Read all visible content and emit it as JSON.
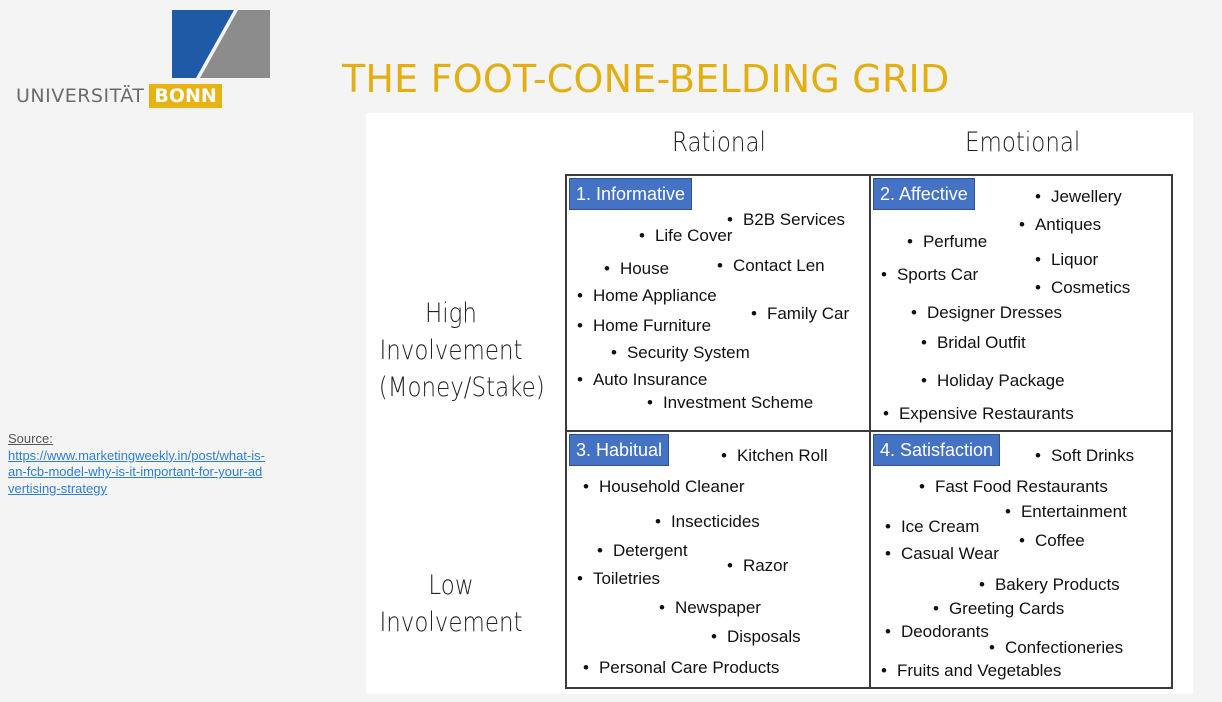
{
  "header": {
    "title": "THE FOOT-CONE-BELDING GRID",
    "logo_word": "UNIVERSITÄT",
    "logo_highlight": "BONN"
  },
  "source": {
    "label": "Source:",
    "link": "https://www.marketingweekly.in/post/what-is-an-fcb-model-why-is-it-important-for-your-advertising-strategy"
  },
  "grid": {
    "columns": [
      "Rational",
      "Emotional"
    ],
    "rows": [
      [
        "High",
        "Involvement",
        "(Money/Stake)"
      ],
      [
        "Low",
        "Involvement"
      ]
    ],
    "quadrants": [
      {
        "label": "1. Informative",
        "items": [
          "B2B Services",
          "Life Cover",
          "House",
          "Contact Len",
          "Home Appliance",
          "Family Car",
          "Home Furniture",
          "Security System",
          "Auto Insurance",
          "Investment Scheme"
        ]
      },
      {
        "label": "2. Affective",
        "items": [
          "Jewellery",
          "Antiques",
          "Perfume",
          "Liquor",
          "Sports Car",
          "Cosmetics",
          "Designer Dresses",
          "Bridal Outfit",
          "Holiday Package",
          "Expensive Restaurants"
        ]
      },
      {
        "label": "3. Habitual",
        "items": [
          "Kitchen Roll",
          "Household Cleaner",
          "Insecticides",
          "Detergent",
          "Razor",
          "Toiletries",
          "Newspaper",
          "Disposals",
          "Personal Care Products"
        ]
      },
      {
        "label": "4. Satisfaction",
        "items": [
          "Soft Drinks",
          "Fast Food Restaurants",
          "Entertainment",
          "Ice Cream",
          "Coffee",
          "Casual Wear",
          "Bakery Products",
          "Greeting Cards",
          "Deodorants",
          "Confectioneries",
          "Fruits and Vegetables"
        ]
      }
    ]
  },
  "colors": {
    "accent": "#e3ae0f",
    "logo_blue": "#1f5aa6",
    "logo_gray": "#8c8c8c",
    "label_blue": "#4472c4"
  }
}
